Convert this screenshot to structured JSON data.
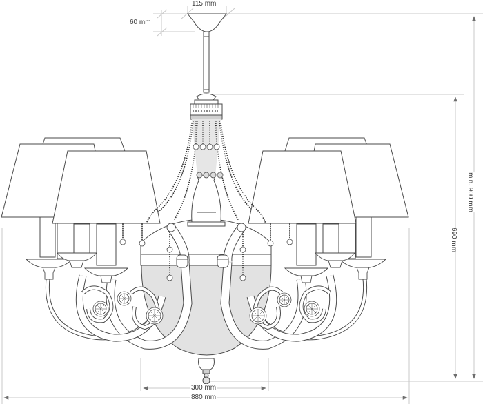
{
  "diagram": {
    "title": "Chandelier dimension drawing",
    "subject": "8-arm candle chandelier with fabric shades, crystal bead chains and frosted glass bowl",
    "colors": {
      "line": "#4a4a4a",
      "dimension_line": "#c8c8c8",
      "arrow": "#6e6e6e",
      "bowl_fill": "#e2e2e2",
      "label": "#3a3a3a"
    },
    "dimensions": {
      "canopy_diameter": {
        "label": "115 mm",
        "value": 115,
        "unit": "mm",
        "orientation": "horizontal"
      },
      "canopy_height": {
        "label": "60 mm",
        "value": 60,
        "unit": "mm",
        "orientation": "vertical"
      },
      "min_total_height": {
        "label": "min. 900 mm",
        "value": 900,
        "unit": "mm",
        "orientation": "vertical"
      },
      "body_height": {
        "label": "690 mm",
        "value": 690,
        "unit": "mm",
        "orientation": "vertical"
      },
      "bowl_diameter": {
        "label": "300 mm",
        "value": 300,
        "unit": "mm",
        "orientation": "horizontal"
      },
      "total_width": {
        "label": "880 mm",
        "value": 880,
        "unit": "mm",
        "orientation": "horizontal"
      }
    },
    "components": {
      "shades_visible": 8,
      "arms": 8,
      "crystal_chains": "dotted bead strands with ball drops",
      "bowl": "frosted glass bowl with bottom finial"
    }
  }
}
